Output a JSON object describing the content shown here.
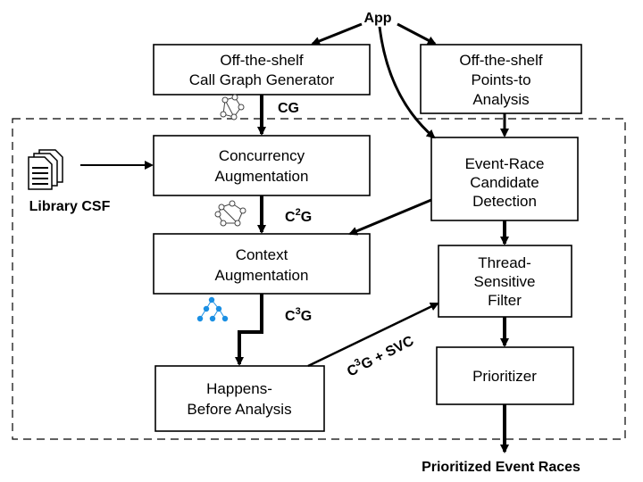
{
  "inputs": {
    "app": "App",
    "library": "Library CSF"
  },
  "nodes": {
    "call_graph": [
      "Off-the-shelf",
      "Call Graph Generator"
    ],
    "points_to": [
      "Off-the-shelf",
      "Points-to",
      "Analysis"
    ],
    "concurrency": [
      "Concurrency",
      "Augmentation"
    ],
    "context": [
      "Context",
      "Augmentation"
    ],
    "happens_before": [
      "Happens-",
      "Before Analysis"
    ],
    "event_race": [
      "Event-Race",
      "Candidate",
      "Detection"
    ],
    "thread_filter": [
      "Thread-",
      "Sensitive",
      "Filter"
    ],
    "prioritizer": [
      "Prioritizer"
    ]
  },
  "edge_labels": {
    "cg": "CG",
    "c2g": {
      "base": "C",
      "sup": "2",
      "rest": "G"
    },
    "c3g": {
      "base": "C",
      "sup": "3",
      "rest": "G"
    },
    "c3g_svc": {
      "base": "C",
      "sup": "3",
      "rest": "G + SVC"
    }
  },
  "output": "Prioritized Event Races",
  "colors": {
    "graph_icon": "#1a8fe3",
    "stroke": "#000000"
  },
  "icons": [
    "document-stack-icon",
    "cyclic-graph-icon",
    "tree-graph-icon"
  ]
}
